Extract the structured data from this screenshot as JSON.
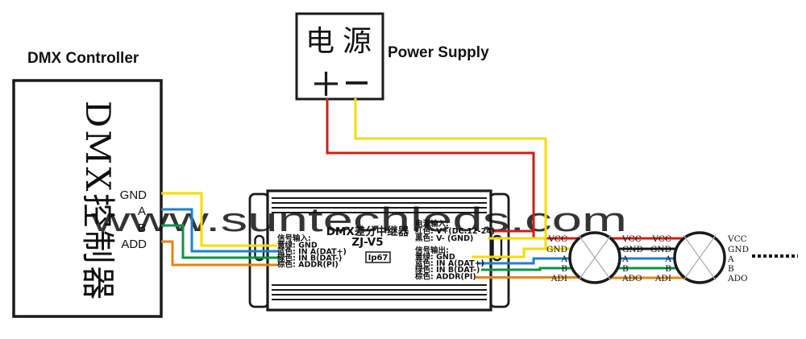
{
  "watermark": "www.suntechleds.com",
  "colors": {
    "red": "#cf1d15",
    "yellow": "#f2dd00",
    "blue": "#1d80d4",
    "green": "#0b9447",
    "orange": "#e08418",
    "black_wire": "#141414",
    "outline": "#1a1a1a",
    "watermark_gray": "#c6c6c6"
  },
  "controller": {
    "title": "DMX Controller",
    "label": "DMX控制器",
    "ports": [
      "GND",
      "A",
      "B",
      "ADD"
    ]
  },
  "power_supply": {
    "title": "Power Supply",
    "label": "电源",
    "terminals": {
      "positive": "+",
      "negative": "−"
    }
  },
  "repeater": {
    "name": "DMX差分中继器",
    "model": "ZJ-V5",
    "rating": "Ip67",
    "signal_input_header": "信号输入:",
    "signal_input": [
      "黄绿: GND",
      "蓝色: IN A(DAT+)",
      "绿色: IN B(DAT-)",
      "棕色: ADDR(PI)"
    ],
    "power_input_header": "电源输入:",
    "power_input": [
      "红色: V+(DC:12-24)",
      "黑色: V- (GND)"
    ],
    "signal_output_header": "信号输出:",
    "signal_output": [
      "黄绿: GND",
      "蓝色: IN A(DAT+)",
      "绿色: IN B(DAT-)",
      "棕色: ADDR(PI)"
    ]
  },
  "modules": {
    "in_labels": [
      "VCC",
      "GND",
      "A",
      "B",
      "ADI"
    ],
    "out_labels": [
      "VCC",
      "GND",
      "A",
      "B",
      "ADO"
    ]
  }
}
